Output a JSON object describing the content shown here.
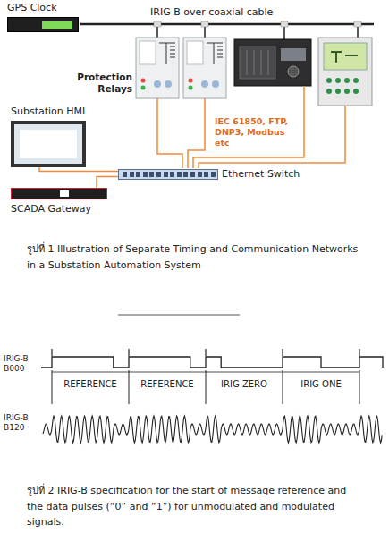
{
  "diagram": {
    "caption": "รูปที่ 1 Illustration of Separate Timing and Communication Networks in a Substation Automation System",
    "nodes": [
      {
        "text": [
          "GPS Clock"
        ]
      },
      {
        "text": [
          "Substation HMI"
        ]
      },
      {
        "text": [
          "Ethernet Switch"
        ]
      },
      {
        "text": [
          "SCADA Gateway"
        ]
      }
    ],
    "edges": [
      {
        "from": 1,
        "to": 2,
        "arrow": "none"
      },
      {
        "from": 3,
        "to": 2,
        "arrow": "none"
      }
    ],
    "labels": [
      "IRIG-B over coaxial cable",
      "Protection Relays",
      "IEC 61850, FTP, DNP3, Modbus etc",
      "IRIG-B B000",
      "REFERENCE",
      "REFERENCE",
      "IRIG ZERO",
      "IRIG ONE",
      "IRIG-B B120",
      "รูปที่ 2 IRIG-B specification for the start of message reference and the data pulses (“0” and “1”) for unmodulated and modulated signals."
    ]
  }
}
